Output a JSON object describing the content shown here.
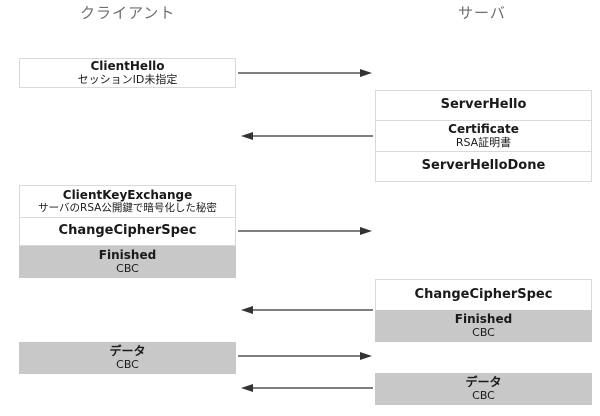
{
  "headers": {
    "client": "クライアント",
    "server": "サーバ"
  },
  "client_hello": {
    "title": "ClientHello",
    "sub": "セッションID未指定"
  },
  "server_hello": {
    "title": "ServerHello"
  },
  "certificate": {
    "title": "Certificate",
    "sub": "RSA証明書"
  },
  "server_hello_done": {
    "title": "ServerHelloDone"
  },
  "client_key_exchange": {
    "title": "ClientKeyExchange",
    "sub": "サーバのRSA公開鍵で暗号化した秘密"
  },
  "client_change_cipher_spec": {
    "title": "ChangeCipherSpec"
  },
  "client_finished": {
    "title": "Finished",
    "sub": "CBC"
  },
  "server_change_cipher_spec": {
    "title": "ChangeCipherSpec"
  },
  "server_finished": {
    "title": "Finished",
    "sub": "CBC"
  },
  "client_data": {
    "title": "データ",
    "sub": "CBC"
  },
  "server_data": {
    "title": "データ",
    "sub": "CBC"
  },
  "colors": {
    "box_border": "#d9d9d9",
    "box_gray": "#c8c8c8",
    "arrow": "#333333",
    "header": "#6e6e6e"
  }
}
